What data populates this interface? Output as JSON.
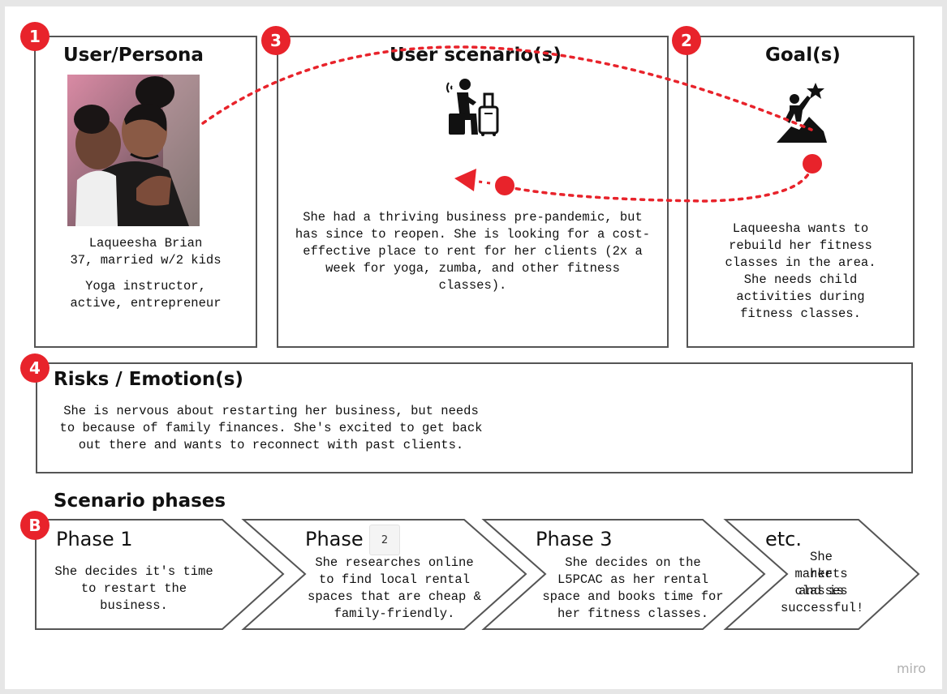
{
  "persona": {
    "badge": "1",
    "title": "User/Persona",
    "name": "Laqueesha Brian",
    "details": "37, married w/2 kids",
    "role_line1": "Yoga instructor,",
    "role_line2": "active, entrepreneur"
  },
  "scenario": {
    "badge": "3",
    "title": "User scenario(s)",
    "lines": [
      "She had a thriving business pre-pandemic, but",
      "has since to reopen. She is looking for a cost-",
      "effective place to rent for her clients (2x a",
      "week for yoga, zumba, and other fitness",
      "classes)."
    ]
  },
  "goal": {
    "badge": "2",
    "title": "Goal(s)",
    "lines": [
      "Laqueesha wants to",
      "rebuild her fitness",
      "classes in the area.",
      "She needs child",
      "activities during",
      "fitness classes."
    ]
  },
  "risks": {
    "badge": "4",
    "title": "Risks / Emotion(s)",
    "lines": [
      "She is nervous about restarting her business, but needs",
      "to because of family finances. She's excited to get back",
      "out there and wants to reconnect with past clients."
    ]
  },
  "phases": {
    "badge": "B",
    "title": "Scenario phases",
    "tooltip": "2",
    "items": [
      {
        "title": "Phase 1",
        "lines": [
          "She decides it's time",
          "to restart the",
          "business."
        ]
      },
      {
        "title": "Phase",
        "lines": [
          "She researches online",
          "to find local rental",
          "spaces that are cheap &",
          "family-friendly."
        ]
      },
      {
        "title": "Phase 3",
        "lines": [
          "She decides on the",
          "L5PCAC as her rental",
          "space and books time for",
          "her fitness classes."
        ]
      },
      {
        "title": "etc.",
        "lines": [
          "She markets",
          "her classes",
          "and is",
          "successful!"
        ]
      }
    ]
  },
  "branding": {
    "watermark": "miro"
  },
  "colors": {
    "accent": "#e8232b",
    "border": "#555555"
  },
  "icons": [
    "person-with-luggage-icon",
    "climber-with-star-icon",
    "red-arrow-head-icon"
  ]
}
